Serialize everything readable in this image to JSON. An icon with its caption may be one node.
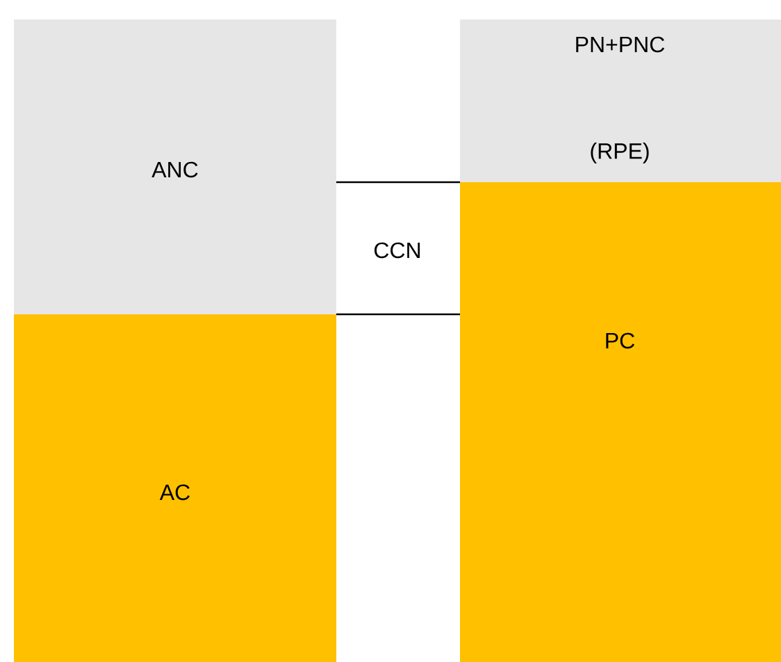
{
  "diagram": {
    "nodes": [
      {
        "text": [
          "ANC"
        ]
      },
      {
        "text": [
          "AC"
        ]
      },
      {
        "text": [
          "PN+PNC",
          "(RPE)"
        ]
      },
      {
        "text": [
          "PC"
        ]
      }
    ],
    "labels": [
      "CCN"
    ]
  }
}
